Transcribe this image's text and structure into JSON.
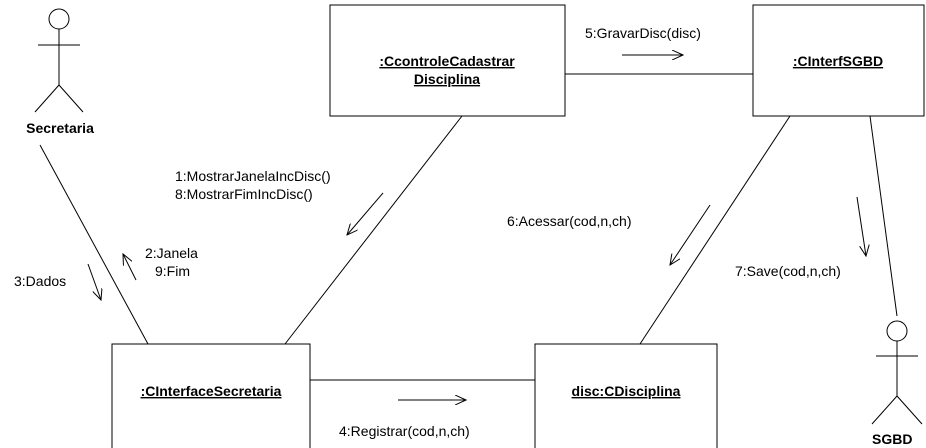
{
  "actors": {
    "secretaria": "Secretaria",
    "sgbd": "SGBD"
  },
  "objects": {
    "controle_line1": ":CcontroleCadastrar",
    "controle_line2": "Disciplina",
    "interf_sgbd": ":CInterfSGBD",
    "interface_secretaria": ":CInterfaceSecretaria",
    "disciplina": "disc:CDisciplina"
  },
  "messages": {
    "m1": "1:MostrarJanelaIncDisc()",
    "m8": "8:MostrarFimIncDisc()",
    "m2": "2:Janela",
    "m9": "9:Fim",
    "m3": "3:Dados",
    "m4": "4:Registrar(cod,n,ch)",
    "m5": "5:GravarDisc(disc)",
    "m6": "6:Acessar(cod,n,ch)",
    "m7": "7:Save(cod,n,ch)"
  }
}
